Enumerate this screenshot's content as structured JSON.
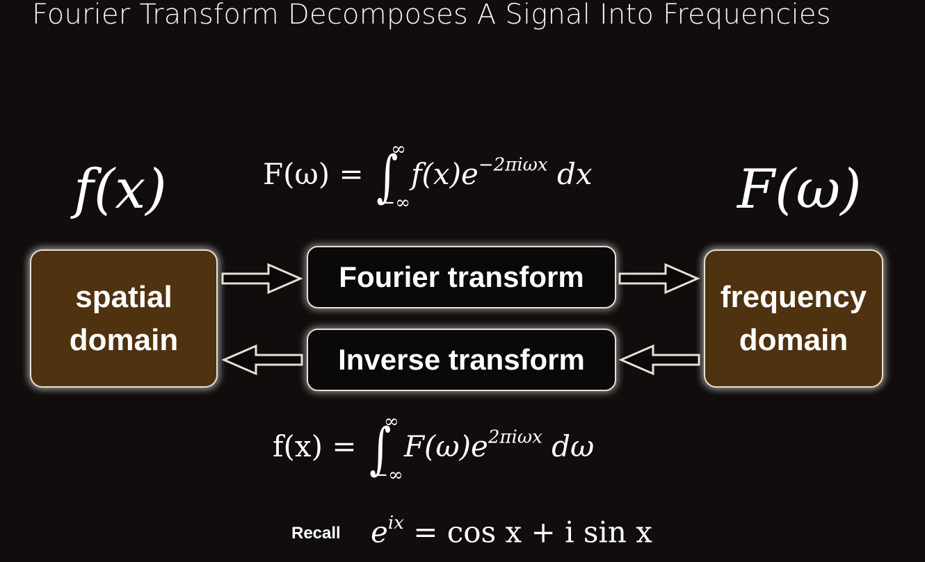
{
  "title": "Fourier Transform Decomposes A Signal Into Frequencies",
  "labels": {
    "left_function": "f(x)",
    "right_function": "F(ω)"
  },
  "formulas": {
    "forward": {
      "lhs": "F(ω) =",
      "upper": "∞",
      "lower": "−∞",
      "integrand": "f(x)e",
      "exponent": "−2πiωx",
      "differential": "dx"
    },
    "inverse": {
      "lhs": "f(x) =",
      "upper": "∞",
      "lower": "−∞",
      "integrand": "F(ω)e",
      "exponent": "2πiωx",
      "differential": "dω"
    },
    "euler": {
      "base": "e",
      "exponent": "ix",
      "rhs": "= cos x + i sin x"
    }
  },
  "boxes": {
    "spatial_domain": "spatial\ndomain",
    "frequency_domain": "frequency\ndomain",
    "fourier_transform": "Fourier transform",
    "inverse_transform": "Inverse transform"
  },
  "recall_label": "Recall",
  "colors": {
    "background": "#100d0c",
    "domain_box_fill": "#4f3210",
    "transform_box_fill": "#0a0808",
    "box_border": "#e8e0d4",
    "text": "#ffffff"
  }
}
